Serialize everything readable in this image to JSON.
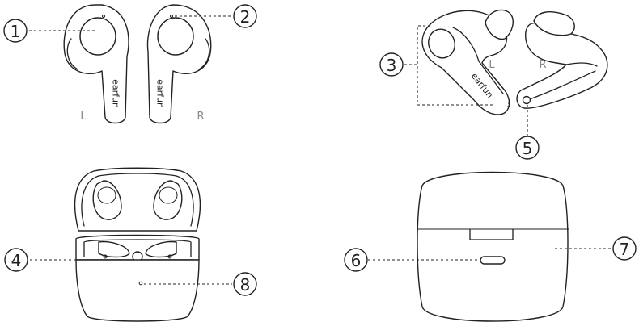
{
  "callouts": [
    "1",
    "2",
    "3",
    "4",
    "5",
    "6",
    "7",
    "8"
  ],
  "side_labels": {
    "left_top": "L",
    "right_top": "R",
    "left_side": "L",
    "right_side": "R"
  },
  "brand_text": "earfun"
}
